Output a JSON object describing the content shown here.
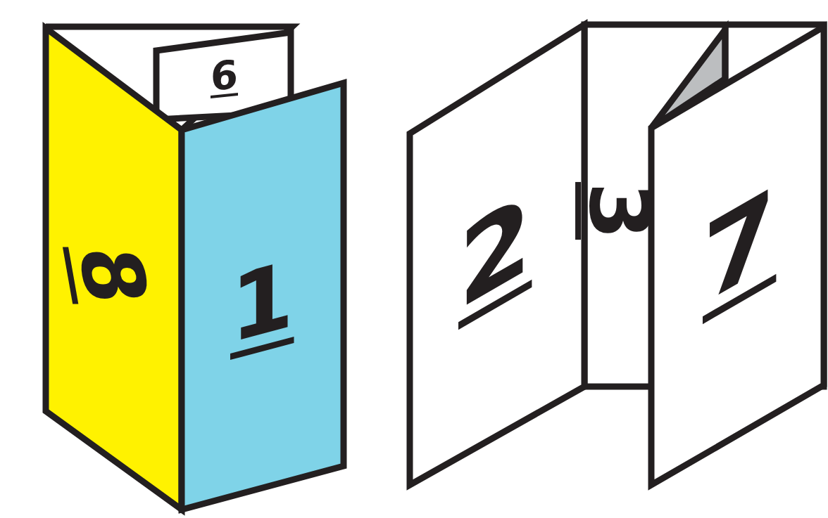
{
  "diagram": {
    "labels": [
      "8",
      "6",
      "1",
      "2",
      "3",
      "7"
    ]
  }
}
